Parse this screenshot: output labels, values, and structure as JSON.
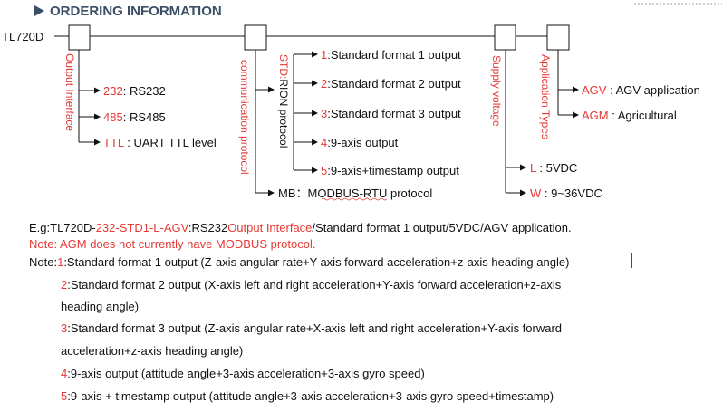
{
  "heading": {
    "icon": "triangle-right-icon",
    "title": "ORDERING INFORMATION"
  },
  "model": "TL720D",
  "groups": {
    "output_interface": {
      "label": "Output Interface",
      "options": [
        {
          "code": "232",
          "sep": ": ",
          "text": "RS232"
        },
        {
          "code": "485",
          "sep": ": ",
          "text": "RS485"
        },
        {
          "code": "TTL",
          "sep": " : ",
          "text": "UART TTL level"
        }
      ]
    },
    "communication_protocol": {
      "label": "communication protocol",
      "std_code": "STD:",
      "std_label": "RION protocol",
      "std_options": [
        {
          "code": "1",
          "text": ":Standard format 1 output"
        },
        {
          "code": "2",
          "text": ":Standard format 2 output"
        },
        {
          "code": "3",
          "text": ":Standard format 3 output"
        },
        {
          "code": "4",
          "text": ":9-axis output"
        },
        {
          "code": "5",
          "text": ":9-axis+timestamp output"
        }
      ],
      "mb": {
        "code": "MB",
        "sep": "：",
        "text": "MODBUS-RTU protocol"
      }
    },
    "supply_voltage": {
      "label": "Supply voltage",
      "options": [
        {
          "code": "L",
          "sep": " : ",
          "text": "5VDC"
        },
        {
          "code": "W",
          "sep": " : ",
          "text": "9~36VDC"
        }
      ]
    },
    "application_types": {
      "label": "Application Types",
      "options": [
        {
          "code": "AGV",
          "sep": " : ",
          "text": "AGV application"
        },
        {
          "code": "AGM",
          "sep": " : ",
          "text": "Agricultural"
        }
      ]
    }
  },
  "example": {
    "prefix": "E.g:TL720D-",
    "code_red": "232-STD1-L-AGV",
    "colon": ":",
    "rs": "RS232",
    "iface": "Output Interface",
    "rest": "/Standard format 1 output/5VDC/AGV application."
  },
  "note_red": "Note: AGM does not currently have MODBUS protocol.",
  "notes": {
    "prefix": "Note:",
    "items": [
      {
        "num": "1",
        "lines": [
          ":Standard format 1 output (Z-axis angular rate+Y-axis forward acceleration+z-axis heading angle)"
        ]
      },
      {
        "num": "2",
        "lines": [
          ":Standard format 2 output (X-axis left and right acceleration+Y-axis forward acceleration+z-axis",
          "heading angle)"
        ]
      },
      {
        "num": "3",
        "lines": [
          ":Standard format 3 output (Z-axis angular rate+X-axis left and right acceleration+Y-axis forward",
          "acceleration+z-axis heading angle)"
        ]
      },
      {
        "num": "4",
        "lines": [
          ":9-axis output (attitude angle+3-axis acceleration+3-axis gyro speed)"
        ]
      },
      {
        "num": "5",
        "lines": [
          ":9-axis + timestamp output (attitude angle+3-axis acceleration+3-axis gyro speed+timestamp)"
        ]
      }
    ]
  },
  "colors": {
    "accent_red": "#e53935",
    "heading": "#3b4f66",
    "text": "#111111"
  }
}
